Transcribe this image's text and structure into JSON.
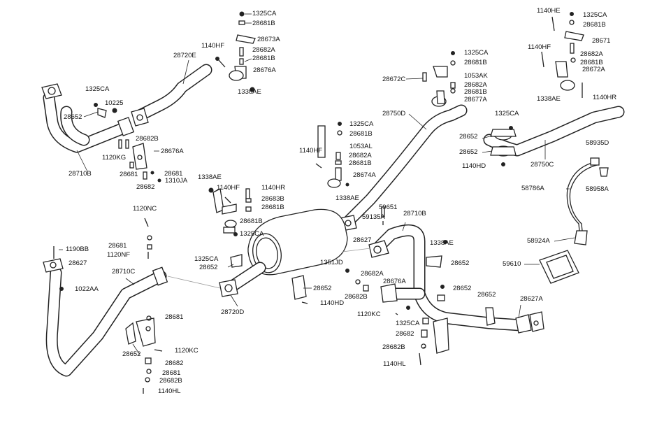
{
  "labels": [
    "1325CA",
    "28681B",
    "28673A",
    "28682A",
    "28681B",
    "28676A",
    "1338AE",
    "1140HF",
    "28720E",
    "1325CA",
    "10225",
    "28652",
    "28710B",
    "28682B",
    "1120KG",
    "28676A",
    "28681",
    "28681",
    "28682",
    "1310JA",
    "1325CA",
    "28681B",
    "1053AL",
    "28682A",
    "28681B",
    "28674A",
    "1338AE",
    "1140HF",
    "28750D",
    "1325CA",
    "28681B",
    "1053AK",
    "28682A",
    "28681B",
    "28677A",
    "28672C",
    "1140HE",
    "1325CA",
    "28681B",
    "28671",
    "1140HF",
    "28682A",
    "28681B",
    "28672A",
    "1338AE",
    "1140HR",
    "1325CA",
    "28652",
    "28652",
    "1140HD",
    "28750C",
    "58935D",
    "58786A",
    "58958A",
    "58924A",
    "59610",
    "1338AE",
    "1140HF",
    "1140HR",
    "28683B",
    "28681B",
    "28681B",
    "1325CA",
    "1120NC",
    "28681",
    "1120NF",
    "1190BB",
    "28627",
    "1022AA",
    "28710C",
    "1325CA",
    "28652",
    "28720D",
    "28652",
    "1140HD",
    "59651",
    "59135A",
    "28710B",
    "28627",
    "1351JD",
    "28682A",
    "28682B",
    "28676A",
    "1120KC",
    "1325CA",
    "1338AE",
    "28652",
    "28652",
    "28652",
    "28627A",
    "28682",
    "28682B",
    "1140HL",
    "28681",
    "28652",
    "1120KC",
    "28682",
    "28681",
    "28682B",
    "1140HL"
  ]
}
